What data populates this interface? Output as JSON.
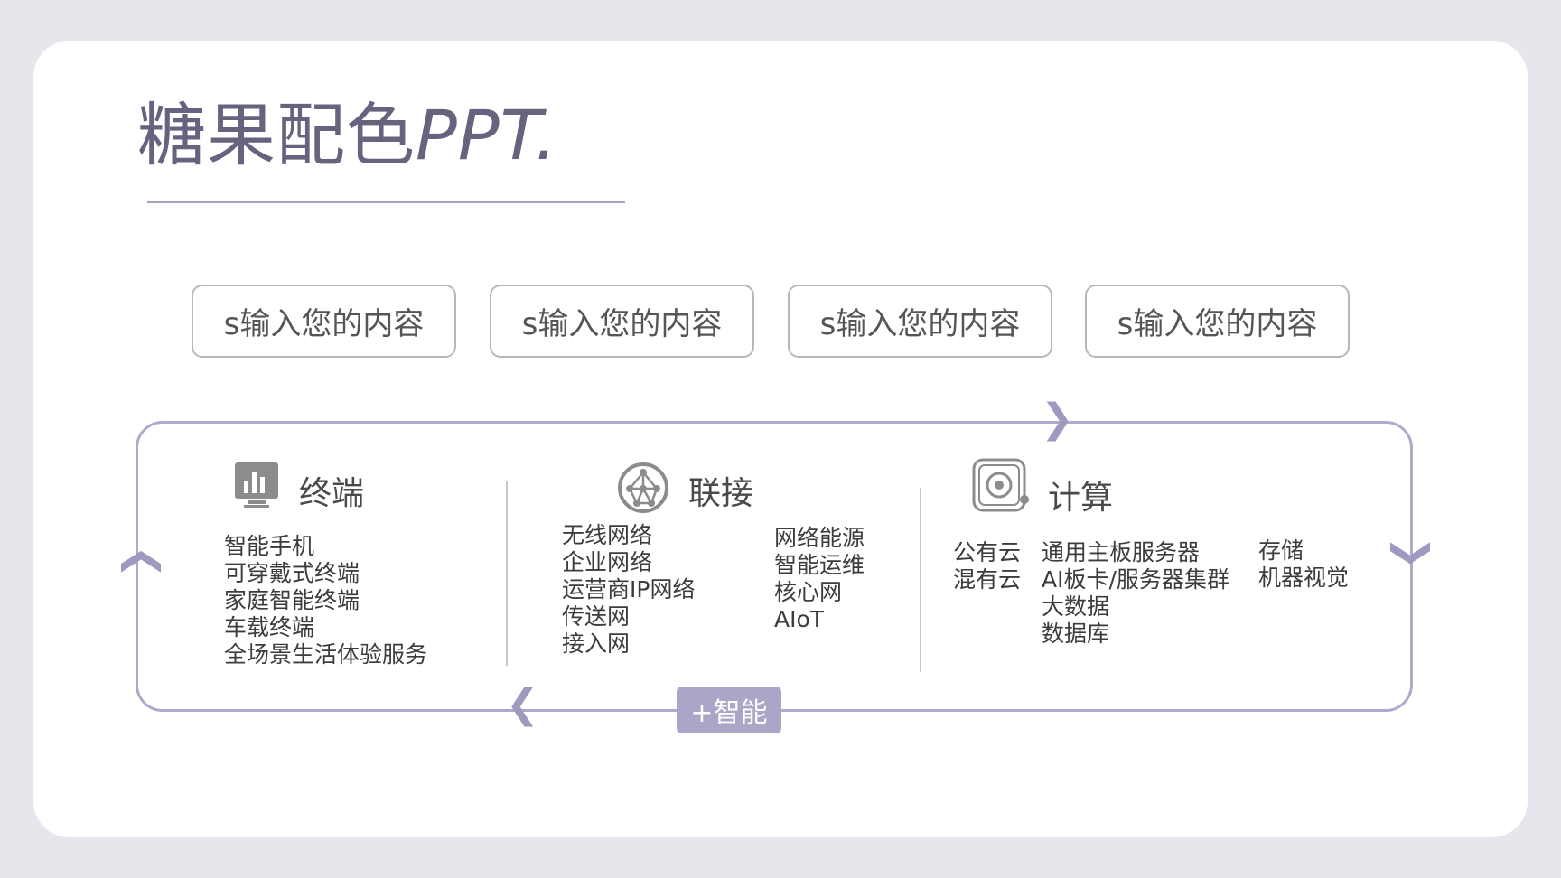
{
  "slide": {
    "title_cn": "糖果配色",
    "title_latin": "PPT."
  },
  "pills": [
    "s输入您的内容",
    "s输入您的内容",
    "s输入您的内容",
    "s输入您的内容"
  ],
  "sections": {
    "terminal": {
      "title": "终端",
      "icon": "bar-chart-monitor-icon",
      "items": [
        "智能手机",
        "可穿戴式终端",
        "家庭智能终端",
        "车载终端",
        "全场景生活体验服务"
      ]
    },
    "connect": {
      "title": "联接",
      "icon": "network-globe-icon",
      "items_left": [
        "无线网络",
        "企业网络",
        "运营商IP网络",
        "传送网",
        "接入网"
      ],
      "items_right": [
        "网络能源",
        "智能运维",
        "核心网",
        "AIoT"
      ]
    },
    "compute": {
      "title": "计算",
      "icon": "speaker-device-icon",
      "col1": [
        "公有云",
        "混有云"
      ],
      "col2": [
        "通用主板服务器",
        "AI板卡/服务器集群",
        "大数据",
        "数据库"
      ],
      "col3": [
        "存储",
        "机器视觉"
      ]
    }
  },
  "badge": "+智能",
  "colors": {
    "background": "#e9e5ec",
    "card": "#ffffff",
    "accent": "#aba6c7",
    "title": "#67627e"
  }
}
